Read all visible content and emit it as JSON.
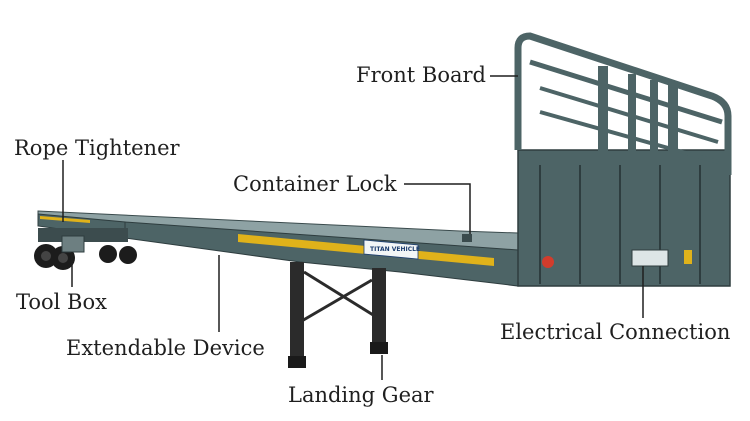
{
  "labels": {
    "front_board": "Front Board",
    "rope_tightener": "Rope Tightener",
    "container_lock": "Container Lock",
    "tool_box": "Tool Box",
    "extendable_device": "Extendable Device",
    "electrical_connection": "Electrical Connection",
    "landing_gear": "Landing Gear"
  },
  "brand_plate": "TITAN VEHICLE",
  "colors": {
    "frame": "#4d6466",
    "frame_dark": "#2e3d3f",
    "deck": "#7f9496",
    "stripe_yellow": "#e0b21a",
    "leader": "#1f1f1f"
  }
}
